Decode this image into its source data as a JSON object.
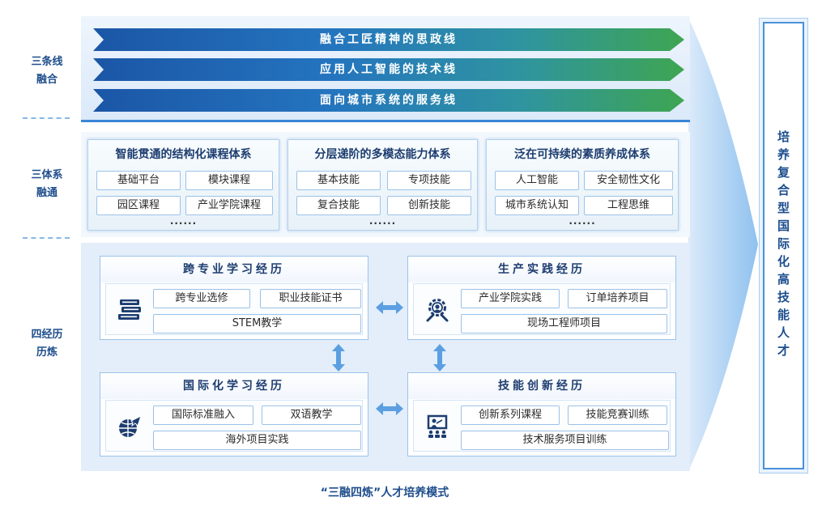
{
  "side_labels": [
    {
      "line1": "三条线",
      "line2": "融合"
    },
    {
      "line1": "三体系",
      "line2": "融通"
    },
    {
      "line1": "四经历",
      "line2": "历炼"
    }
  ],
  "lines": [
    "融合工匠精神的思政线",
    "应用人工智能的技术线",
    "面向城市系统的服务线"
  ],
  "systems": [
    {
      "title": "智能贯通的结构化课程体系",
      "items": [
        "基础平台",
        "模块课程",
        "园区课程",
        "产业学院课程"
      ],
      "more": "......"
    },
    {
      "title": "分层递阶的多模态能力体系",
      "items": [
        "基本技能",
        "专项技能",
        "复合技能",
        "创新技能"
      ],
      "more": "......"
    },
    {
      "title": "泛在可持续的素质养成体系",
      "items": [
        "人工智能",
        "安全韧性文化",
        "城市系统认知",
        "工程思维"
      ],
      "more": "......"
    }
  ],
  "experiences": [
    {
      "title": "跨专业学习经历",
      "icon": "books-icon",
      "items": [
        "跨专业选修",
        "职业技能证书",
        "STEM教学"
      ]
    },
    {
      "title": "生产实践经历",
      "icon": "gear-worker-icon",
      "items": [
        "产业学院实践",
        "订单培养项目",
        "现场工程师项目"
      ]
    },
    {
      "title": "国际化学习经历",
      "icon": "globe-plane-icon",
      "items": [
        "国际标准融入",
        "双语教学",
        "海外项目实践"
      ]
    },
    {
      "title": "技能创新经历",
      "icon": "presenter-icon",
      "items": [
        "创新系列课程",
        "技能竞赛训练",
        "技术服务项目训练"
      ]
    }
  ],
  "goal": "培养复合型国际化高技能人才",
  "caption": "“三融四炼”人才培养模式",
  "colors": {
    "heading": "#1d3d70",
    "banner_start": "#1b56a6",
    "banner_end": "#3ea552",
    "panel": "#e3eefa",
    "connector": "#5b9fe2"
  }
}
